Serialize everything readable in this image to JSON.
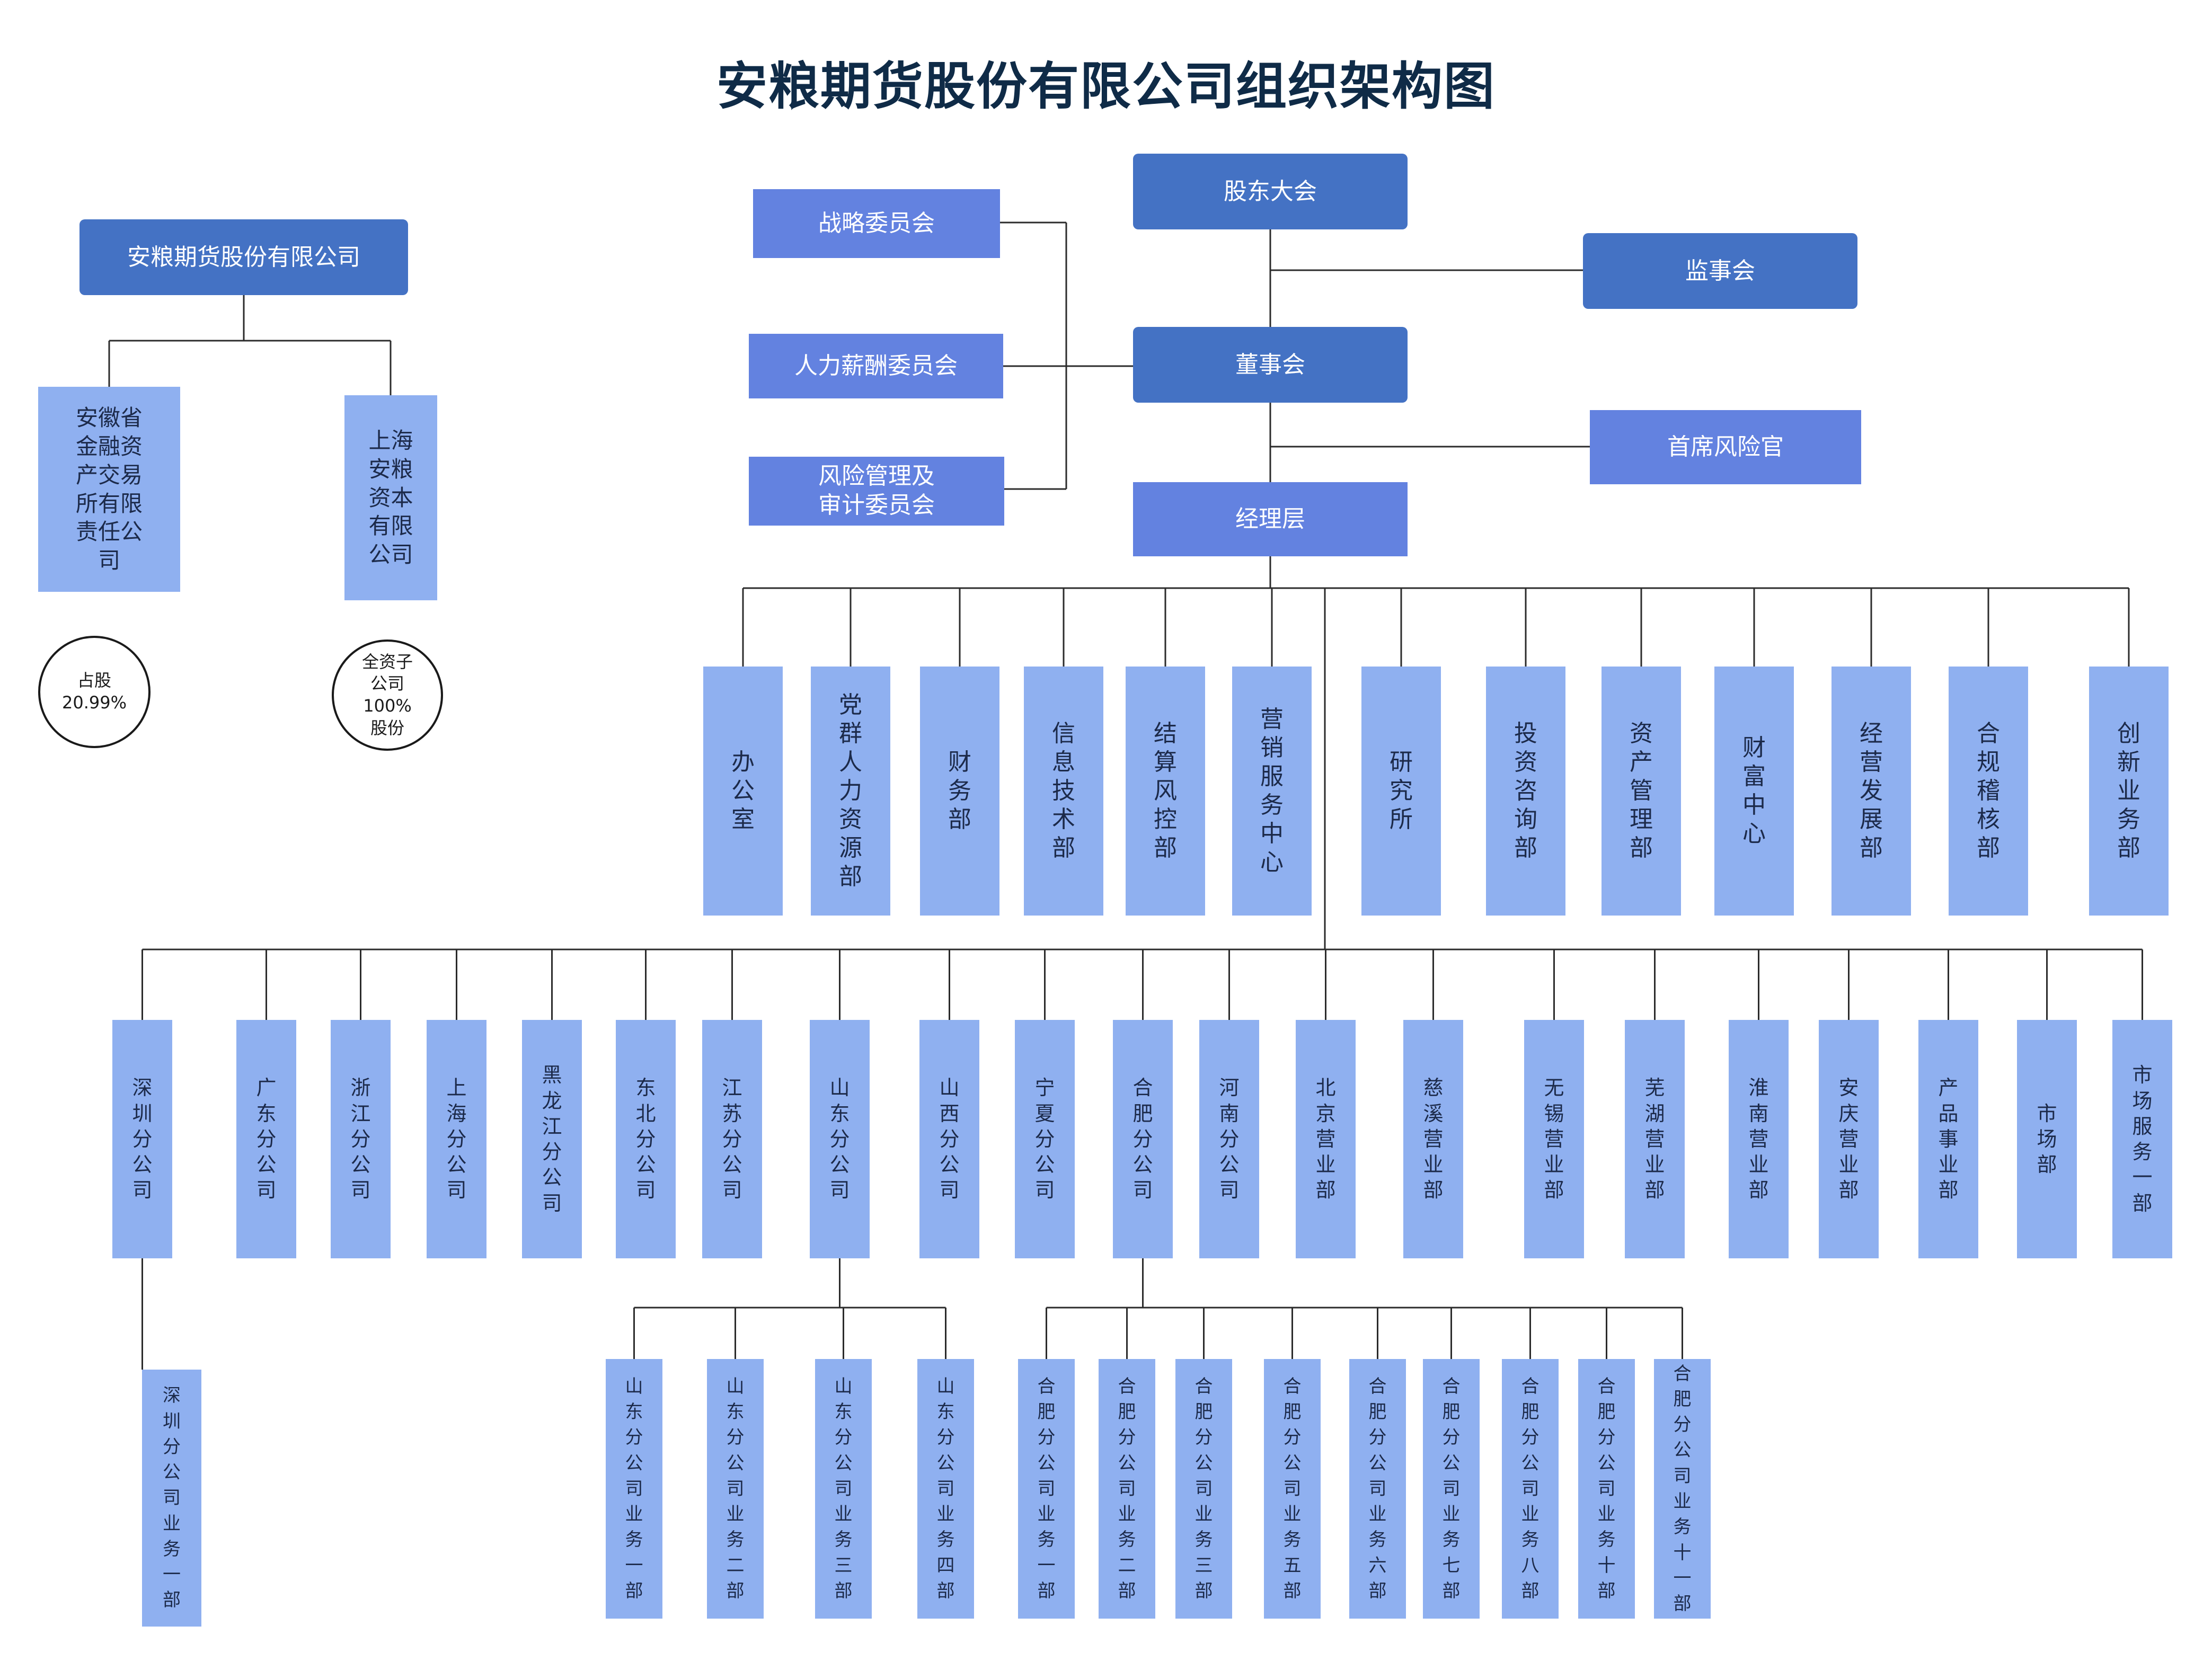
{
  "title": "安粮期货股份有限公司组织架构图",
  "colors": {
    "dark_box": "#4472c4",
    "mid_box": "#6382e0",
    "light_box": "#8fb0f0",
    "line": "#2b2b2b",
    "title": "#0f2b47"
  },
  "parent_company": "安粮期货股份有限公司",
  "shareholders": [
    {
      "name": "安徽省金融资产交易所有限责任公司",
      "note": "占股 20.99%"
    },
    {
      "name": "上海安粮资本有限公司",
      "note": "全资子公司100%股份"
    }
  ],
  "governance": {
    "shareholders_meeting": "股东大会",
    "supervisory_board": "监事会",
    "board": "董事会",
    "committees": [
      "战略委员会",
      "人力薪酬委员会",
      "风险管理及审计委员会"
    ],
    "chief_risk_officer": "首席风险官",
    "management": "经理层"
  },
  "departments": [
    "办公室",
    "党群人力资源部",
    "财务部",
    "信息技术部",
    "结算风控部",
    "营销服务中心",
    "研究所",
    "投资咨询部",
    "资产管理部",
    "财富中心",
    "经营发展部",
    "合规稽核部",
    "创新业务部"
  ],
  "branches": [
    "深圳分公司",
    "广东分公司",
    "浙江分公司",
    "上海分公司",
    "黑龙江分公司",
    "东北分公司",
    "江苏分公司",
    "山东分公司",
    "山西分公司",
    "宁夏分公司",
    "合肥分公司",
    "河南分公司",
    "北京营业部",
    "慈溪营业部",
    "无锡营业部",
    "芜湖营业部",
    "淮南营业部",
    "安庆营业部",
    "产品事业部",
    "市场部",
    "市场服务一部"
  ],
  "shenzhen_units": [
    "深圳分公司业务一部"
  ],
  "shandong_units": [
    "山东分公司业务一部",
    "山东分公司业务二部",
    "山东分公司业务三部",
    "山东分公司业务四部"
  ],
  "hefei_units": [
    "合肥分公司业务一部",
    "合肥分公司业务二部",
    "合肥分公司业务三部",
    "合肥分公司业务五部",
    "合肥分公司业务六部",
    "合肥分公司业务七部",
    "合肥分公司业务八部",
    "合肥分公司业务十部",
    "合肥分公司业务十一部"
  ]
}
